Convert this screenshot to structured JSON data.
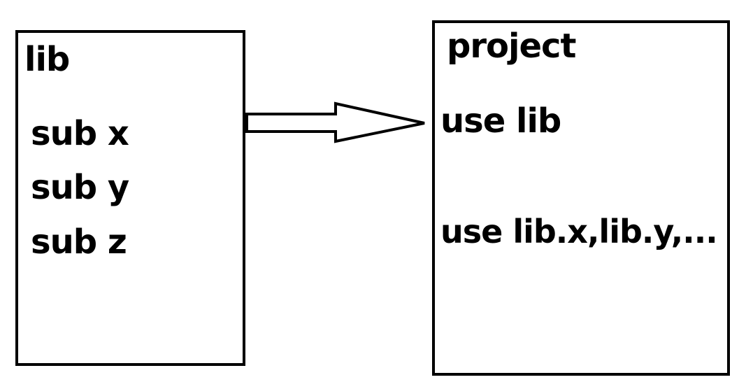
{
  "lib_box": {
    "title": "lib",
    "items": [
      "sub x",
      "sub y",
      "sub z"
    ]
  },
  "project_box": {
    "title": "project",
    "lines": [
      "use lib",
      "use lib.x,lib.y,..."
    ]
  },
  "colors": {
    "stroke": "#000000",
    "background": "#ffffff"
  }
}
